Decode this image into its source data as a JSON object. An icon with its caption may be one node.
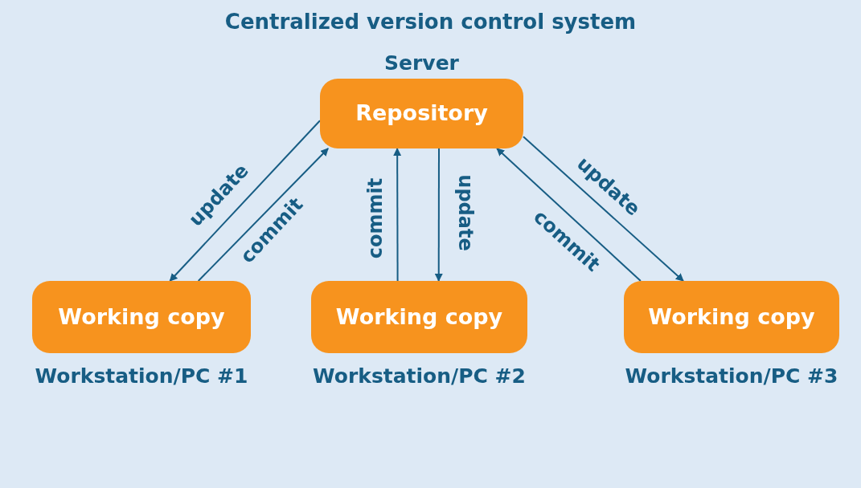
{
  "diagram": {
    "title": "Centralized version control system",
    "nodes": [
      {
        "text": [
          "Repository"
        ],
        "beside": [
          "Server"
        ]
      },
      {
        "text": [
          "Working copy"
        ],
        "beside": [
          "Workstation/PC #1"
        ]
      },
      {
        "text": [
          "Working copy"
        ],
        "beside": [
          "Workstation/PC #2"
        ]
      },
      {
        "text": [
          "Working copy"
        ],
        "beside": [
          "Workstation/PC #3"
        ]
      }
    ],
    "edges": [
      {
        "from": 0,
        "to": 1,
        "arrow": "to",
        "label": "update"
      },
      {
        "from": 1,
        "to": 0,
        "arrow": "to",
        "label": "commit"
      },
      {
        "from": 2,
        "to": 0,
        "arrow": "to",
        "label": "commit"
      },
      {
        "from": 0,
        "to": 2,
        "arrow": "to",
        "label": "update"
      },
      {
        "from": 0,
        "to": 3,
        "arrow": "to",
        "label": "update"
      },
      {
        "from": 3,
        "to": 0,
        "arrow": "to",
        "label": "commit"
      }
    ]
  }
}
